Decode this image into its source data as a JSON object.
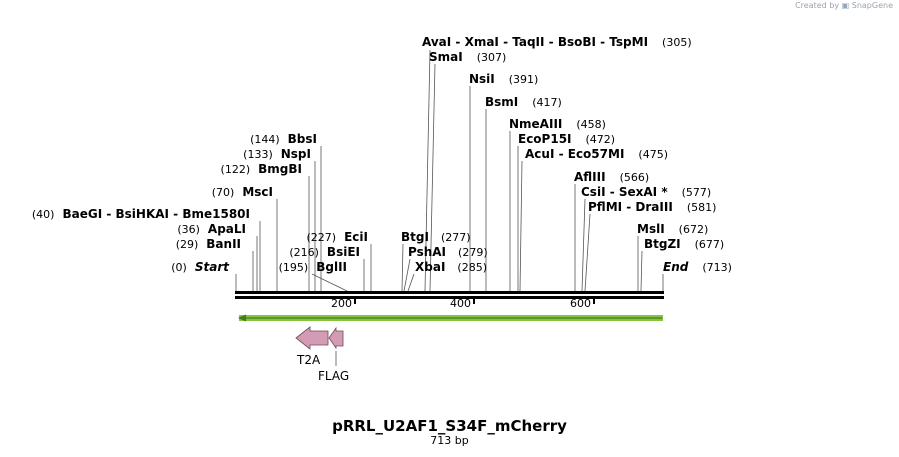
{
  "credit": {
    "prefix": "Created by",
    "brand": "SnapGene"
  },
  "sequence": {
    "name": "pRRL_U2AF1_S34F_mCherry",
    "length_label": "713 bp",
    "length": 713
  },
  "ruler": {
    "ticks": [
      {
        "pos": 200,
        "label": "200"
      },
      {
        "pos": 400,
        "label": "400"
      },
      {
        "pos": 600,
        "label": "600"
      }
    ]
  },
  "end_labels": [
    {
      "name": "Start",
      "pos": "(0)"
    },
    {
      "name": "End",
      "pos": "(713)"
    }
  ],
  "sites": [
    {
      "label": "AvaI  - XmaI  - TaqII  - BsoBI  - TspMI",
      "pos": "(305)",
      "name_first": true
    },
    {
      "label": "SmaI",
      "pos": "(307)",
      "name_first": true
    },
    {
      "label": "NsiI",
      "pos": "(391)",
      "name_first": true
    },
    {
      "label": "BsmI",
      "pos": "(417)",
      "name_first": true
    },
    {
      "label": "NmeAIII",
      "pos": "(458)",
      "name_first": true
    },
    {
      "label": "EcoP15I",
      "pos": "(472)",
      "name_first": true
    },
    {
      "label": "AcuI  - Eco57MI",
      "pos": "(475)",
      "name_first": true
    },
    {
      "label": "AflIII",
      "pos": "(566)",
      "name_first": true
    },
    {
      "label": "CsiI  - SexAI *",
      "pos": "(577)",
      "name_first": true
    },
    {
      "label": "PflMI  - DraIII",
      "pos": "(581)",
      "name_first": true
    },
    {
      "label": "MslI",
      "pos": "(672)",
      "name_first": true
    },
    {
      "label": "BtgZI",
      "pos": "(677)",
      "name_first": true
    },
    {
      "label": "BtgI",
      "pos": "(277)",
      "name_first": true
    },
    {
      "label": "PshAI",
      "pos": "(279)",
      "name_first": true
    },
    {
      "label": "XbaI",
      "pos": "(285)",
      "name_first": true
    },
    {
      "label": "BbsI",
      "pos": "(144)",
      "name_first": false
    },
    {
      "label": "NspI",
      "pos": "(133)",
      "name_first": false
    },
    {
      "label": "BmgBI",
      "pos": "(122)",
      "name_first": false
    },
    {
      "label": "MscI",
      "pos": "(70)",
      "name_first": false
    },
    {
      "label": "BaeGI  - BsiHKAI  - Bme1580I",
      "pos": "(40)",
      "name_first": false
    },
    {
      "label": "ApaLI",
      "pos": "(36)",
      "name_first": false
    },
    {
      "label": "BanII",
      "pos": "(29)",
      "name_first": false
    },
    {
      "label": "EciI",
      "pos": "(227)",
      "name_first": false
    },
    {
      "label": "BsiEI",
      "pos": "(216)",
      "name_first": false
    },
    {
      "label": "BglII",
      "pos": "(195)",
      "name_first": false
    }
  ],
  "features": [
    {
      "name": "T2A",
      "color": "#d49cb4",
      "direction": "reverse"
    },
    {
      "name": "FLAG",
      "color": "#d49cb4",
      "direction": "reverse"
    }
  ],
  "colors": {
    "backbone": "#000000",
    "orf": "#86c440",
    "orf_arrow": "#5a9a2a",
    "feature": "#d49cb4"
  }
}
